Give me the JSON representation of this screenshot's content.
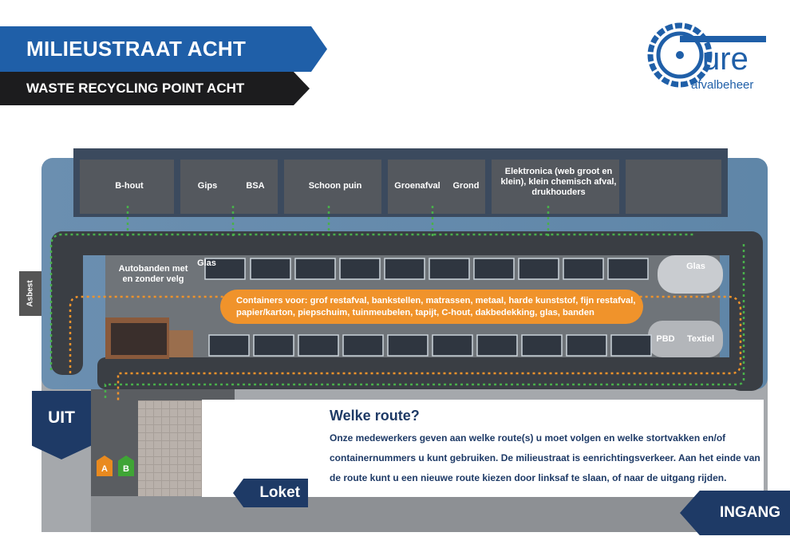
{
  "header": {
    "title": "MILIEUSTRAAT ACHT",
    "subtitle": "WASTE RECYCLING POINT ACHT"
  },
  "logo": {
    "brand": "ure",
    "tagline": "afvalbeheer",
    "color": "#1f5fa8"
  },
  "map": {
    "bays": [
      "B-hout",
      "Gips",
      "BSA",
      "Schoon puin",
      "Groenafval",
      "Grond"
    ],
    "electronics": [
      "Elektronica (web groot en",
      "klein), klein chemisch afval,",
      "drukhouders"
    ],
    "autobanden": [
      "Autobanden met",
      "en zonder velg"
    ],
    "glas_left": "Glas",
    "glas_right": "Glas",
    "containers": [
      "Containers voor: grof restafval, bankstellen, matrassen, metaal, harde kunststof, fijn restafval,",
      "papier/karton, piepschuim, tuinmeubelen, tapijt, C-hout, dakbedekking, glas, banden"
    ],
    "pbd": "PBD",
    "textiel": "Textiel",
    "asbest": "Asbest"
  },
  "signs": {
    "uit": "UIT",
    "ingang": "INGANG",
    "loket": "Loket"
  },
  "badges": {
    "a": "A",
    "b": "B",
    "a_color": "#e98a1f",
    "b_color": "#3fa535"
  },
  "route_info": {
    "heading": "Welke route?",
    "body": "Onze medewerkers geven aan welke route(s) u moet volgen en welke stortvakken en/of containernummers u kunt gebruiken. De milieustraat is eenrichtingsverkeer. Aan het einde van de route kunt u een nieuwe route kiezen door linksaf te slaan, of naar de uitgang rijden."
  },
  "colors": {
    "primary_blue": "#1f5fa8",
    "dark_navy": "#1e3a66",
    "route_orange": "#f0932b",
    "route_green": "#49b04b"
  }
}
